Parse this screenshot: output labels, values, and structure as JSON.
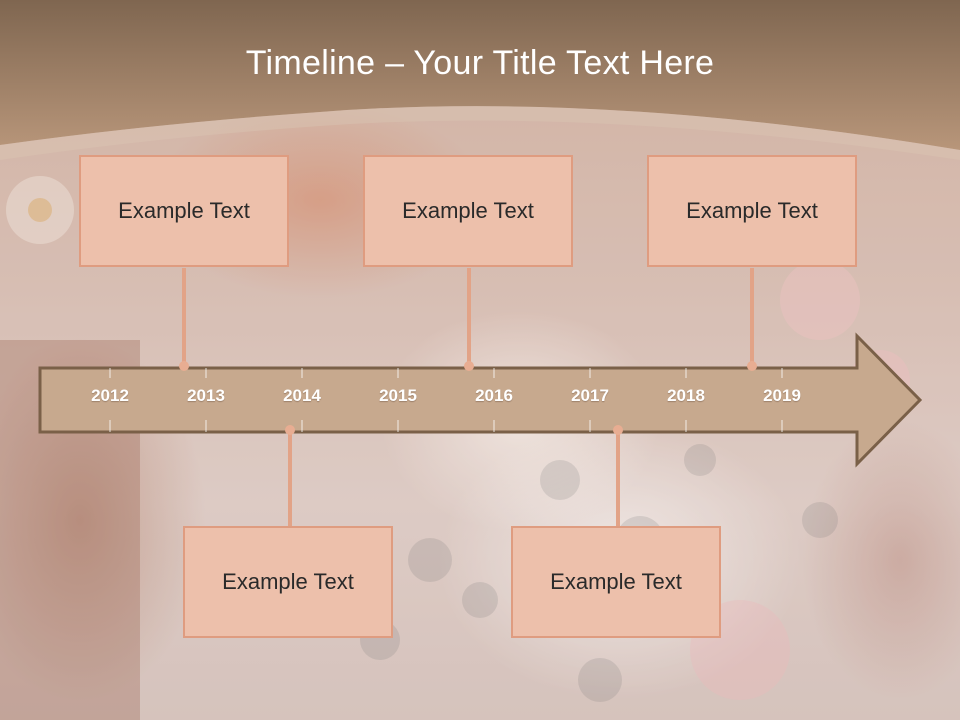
{
  "slide": {
    "title": "Timeline – Your Title Text Here"
  },
  "timeline": {
    "years": [
      "2012",
      "2013",
      "2014",
      "2015",
      "2016",
      "2017",
      "2018",
      "2019"
    ],
    "events": [
      {
        "label": "Example Text",
        "position": "above"
      },
      {
        "label": "Example Text",
        "position": "above"
      },
      {
        "label": "Example Text",
        "position": "above"
      },
      {
        "label": "Example Text",
        "position": "below"
      },
      {
        "label": "Example Text",
        "position": "below"
      }
    ]
  },
  "colors": {
    "header_band": "#a88465",
    "arrow_fill": "#c7a98e",
    "arrow_stroke": "#7a6048",
    "box_fill": "#edc0ab",
    "box_border": "#df9c80",
    "connector": "#e2a387",
    "year_text": "#ffffff",
    "title_text": "#ffffff"
  }
}
